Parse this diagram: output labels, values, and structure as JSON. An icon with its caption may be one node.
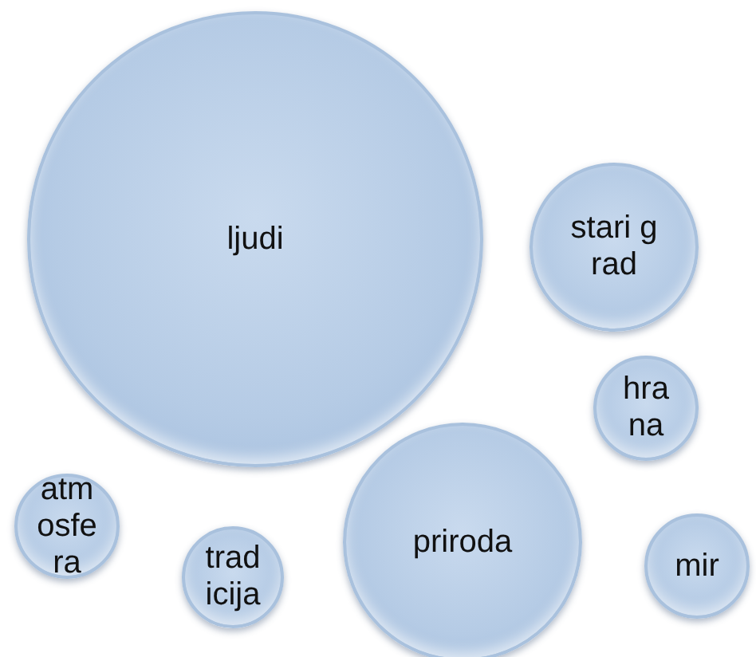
{
  "diagram": {
    "nodes": [
      {
        "text": [
          "ljudi"
        ]
      },
      {
        "text": [
          "stari grad"
        ]
      },
      {
        "text": [
          "hrana"
        ]
      },
      {
        "text": [
          "atmosfera"
        ]
      },
      {
        "text": [
          "priroda"
        ]
      },
      {
        "text": [
          "tradicija"
        ]
      },
      {
        "text": [
          "mir"
        ]
      }
    ]
  }
}
